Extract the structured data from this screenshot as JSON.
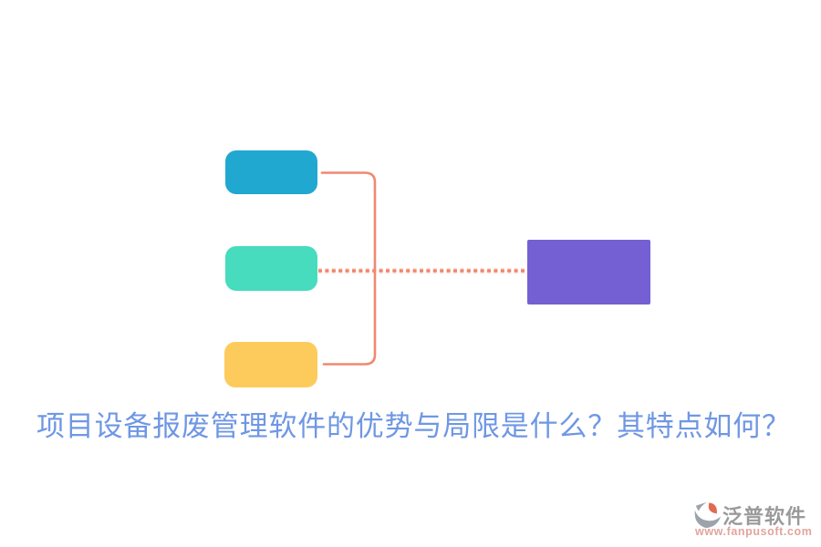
{
  "heading": {
    "text": "项目设备报废管理软件的优势与局限是什么？其特点如何？"
  },
  "diagram": {
    "type": "grouping-diagram",
    "description": "three source blocks bracketed and linked by a dotted line to one result block",
    "nodes": [
      {
        "id": "top",
        "shape": "rounded-rect",
        "color_key": "box_blue"
      },
      {
        "id": "middle",
        "shape": "rounded-rect",
        "color_key": "box_green"
      },
      {
        "id": "bottom",
        "shape": "rounded-rect",
        "color_key": "box_yellow"
      },
      {
        "id": "result",
        "shape": "rect",
        "color_key": "box_purple"
      }
    ],
    "connections": [
      {
        "from": [
          "top",
          "bottom"
        ],
        "style": "solid-bracket",
        "color_key": "connector"
      },
      {
        "from": "middle",
        "to": "result",
        "style": "dotted",
        "color_key": "connector_dash_core"
      }
    ]
  },
  "logo": {
    "brand": "泛普软件",
    "website": "www.fanpusoft.com"
  },
  "colors": {
    "box_blue": "#21A8D1",
    "box_green": "#46DCBD",
    "box_yellow": "#FDCB5C",
    "box_purple": "#7460D3",
    "connector": "#EF8970",
    "connector_dash_halo": "#F6B39F",
    "connector_dash_core": "#ED8066",
    "heading_text": "#6F97E4",
    "brand_text": "#9A9A9A",
    "brand_url": "#E2A49E",
    "logo_gray": "#9CA3AB",
    "logo_red": "#E06A52"
  }
}
